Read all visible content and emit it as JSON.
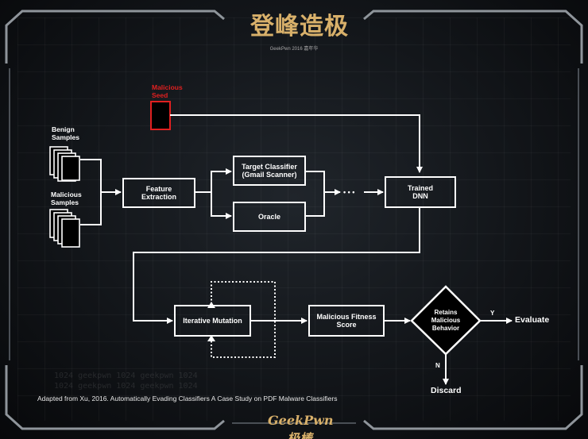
{
  "header": {
    "logo_title": "登峰造极",
    "logo_subtitle": "GeekPwn 2016 嘉年华"
  },
  "diagram": {
    "malicious_seed": "Malicious\nSeed",
    "benign_samples": "Benign\nSamples",
    "malicious_samples": "Malicious\nSamples",
    "feature_extraction": "Feature\nExtraction",
    "target_classifier": "Target Classifier\n(Gmail Scanner)",
    "oracle": "Oracle",
    "ellipsis": "• • •",
    "trained_dnn": "Trained\nDNN",
    "iterative_mutation": "Iterative Mutation",
    "malicious_fitness_score": "Malicious Fitness\nScore",
    "retains_malicious_behavior": "Retains\nMalicious\nBehavior",
    "yes_label": "Y",
    "no_label": "N",
    "evaluate": "Evaluate",
    "discard": "Discard"
  },
  "caption": "Adapted from Xu, 2016. Automatically Evading Classifiers A Case Study on PDF Malware Classifiers",
  "watermark": [
    "1024 geekpwn  1024 geekpwn  1024",
    "1024 geekpwn  1024 geekpwn  1024"
  ],
  "footer": {
    "logo_text": "GeekPwn 极棒"
  },
  "colors": {
    "accent_red": "#e02020",
    "line": "#ffffff",
    "logo_gold": "#d8b06a"
  }
}
